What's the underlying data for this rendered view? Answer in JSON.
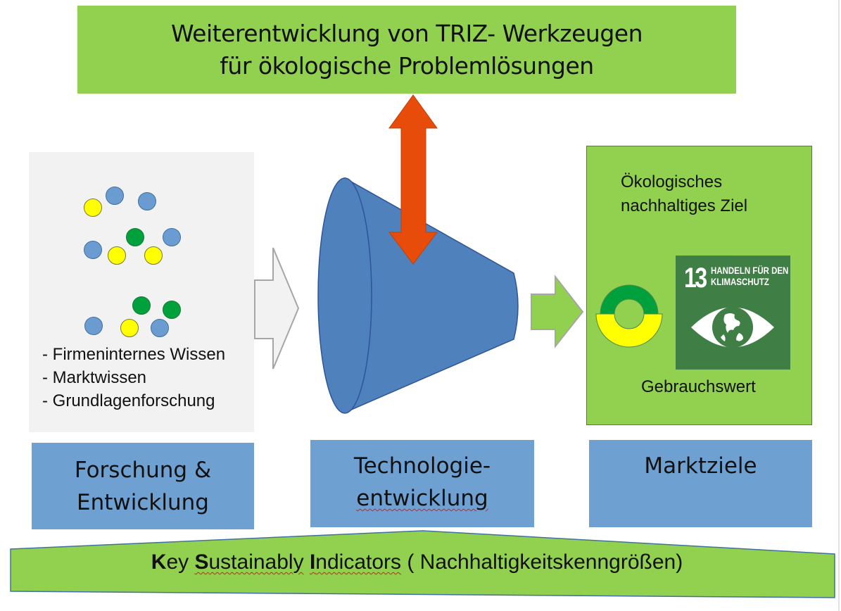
{
  "top_banner": {
    "line1": "Weiterentwicklung von TRIZ- Werkzeugen",
    "line2": "für ökologische Problemlösungen"
  },
  "knowledge_panel": {
    "items": [
      "- Firmeninternes Wissen",
      "- Marktwissen",
      "- Grundlagenforschung"
    ],
    "dot_colors": {
      "blue": "#6a9bd1",
      "yellow": "#ffff00",
      "green": "#00a03c"
    }
  },
  "goal_panel": {
    "title_line1": "Ökologisches",
    "title_line2": "nachhaltiges Ziel",
    "value_label": "Gebrauchswert",
    "sdg": {
      "number": "13",
      "label_line1": "HANDELN FÜR DEN",
      "label_line2": "KLIMASCHUTZ",
      "icon": "eye-globe-icon",
      "color": "#3f7e44"
    }
  },
  "stages": [
    {
      "line1": "Forschung &",
      "line2": "Entwicklung"
    },
    {
      "line1": "Technologie-",
      "line2": "entwicklung"
    },
    {
      "line1": "Marktziele",
      "line2": ""
    }
  ],
  "kpi_banner": {
    "k": "K",
    "k_rest": "ey ",
    "s": "S",
    "s_rest": "ustainably",
    "space": " ",
    "i": "I",
    "i_rest": "ndicators",
    "tail": " ( Nachhaltigkeitskenngrößen)"
  },
  "colors": {
    "green": "#92d050",
    "blue": "#6fa0d2",
    "funnel": "#4f81bd",
    "arrow_red": "#e84c0a",
    "panel_grey": "#f2f2f2"
  }
}
